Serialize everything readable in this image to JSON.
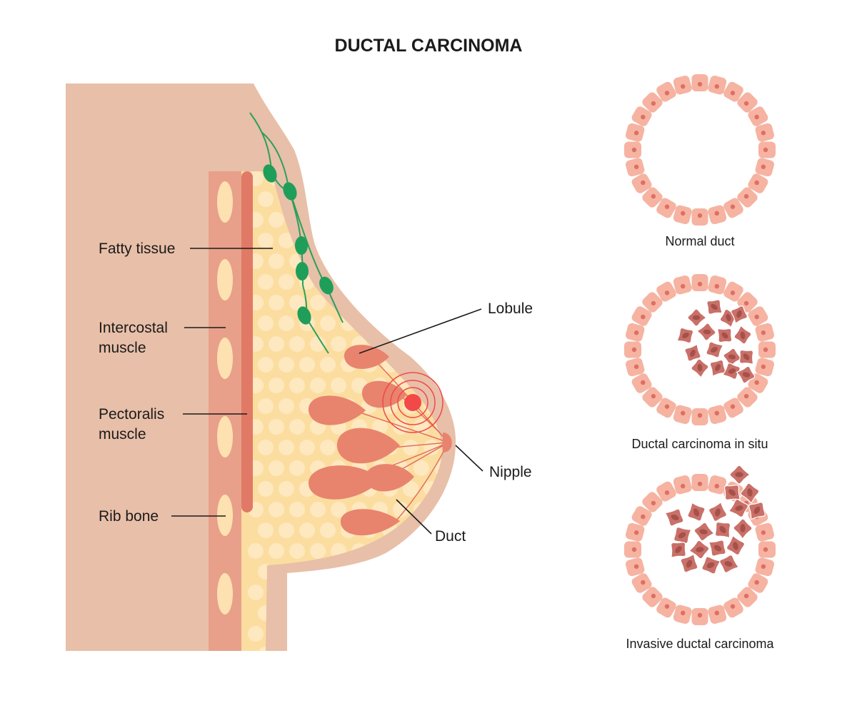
{
  "title": "DUCTAL CARCINOMA",
  "labels": {
    "fatty_tissue": "Fatty tissue",
    "intercostal_line1": "Intercostal",
    "intercostal_line2": "muscle",
    "pectoralis_line1": "Pectoralis",
    "pectoralis_line2": "muscle",
    "rib_bone": "Rib bone",
    "lobule": "Lobule",
    "nipple": "Nipple",
    "duct": "Duct"
  },
  "panels": [
    {
      "caption": "Normal duct",
      "state": "normal"
    },
    {
      "caption": "Ductal carcinoma in situ",
      "state": "in-situ"
    },
    {
      "caption": "Invasive ductal carcinoma",
      "state": "invasive"
    }
  ],
  "colors": {
    "skin": "#e8bfa8",
    "skin_outline": "#e4b7a0",
    "fat": "#fcdda0",
    "fat_circle": "#fde8c0",
    "muscle_intercostal": "#e8a08a",
    "muscle_pectoralis": "#e07a66",
    "rib": "#fde1b0",
    "lobule": "#e8836e",
    "duct_line": "#e06a5e",
    "lymph_node": "#1f9e5a",
    "lymph_vessel": "#2aa05a",
    "tumor": "#f24848",
    "cell": "#f6b3a2",
    "cell_nucleus": "#df6f63",
    "cancer_cell": "#c97068",
    "cancer_cell_dark": "#a5504a"
  }
}
